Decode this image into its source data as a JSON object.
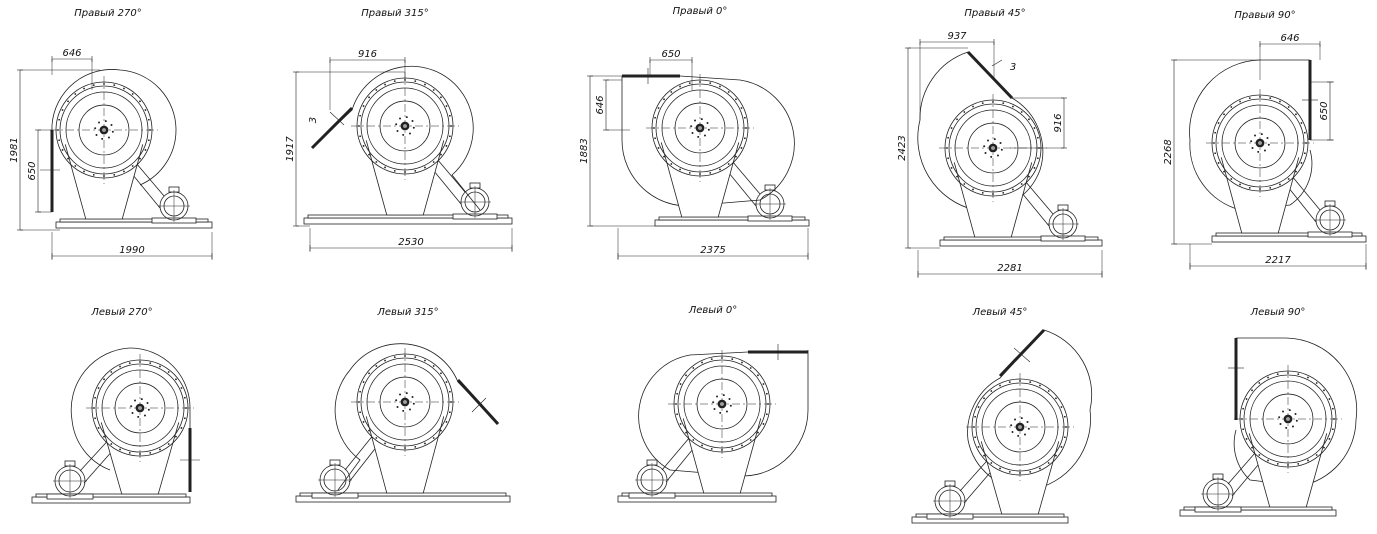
{
  "panels": [
    {
      "id": "r270",
      "caption": "Правый 270°",
      "dims": {
        "top": "646",
        "side": "1981",
        "outlet": "650",
        "bottom": "1990"
      }
    },
    {
      "id": "r315",
      "caption": "Правый 315°",
      "dims": {
        "top": "916",
        "side": "1917",
        "gap": "3",
        "bottom": "2530"
      }
    },
    {
      "id": "r0",
      "caption": "Правый 0°",
      "dims": {
        "top": "650",
        "side": "1883",
        "outlet": "646",
        "bottom": "2375"
      }
    },
    {
      "id": "r45",
      "caption": "Правый 45°",
      "dims": {
        "top": "937",
        "side": "2423",
        "gap": "3",
        "outlet": "916",
        "bottom": "2281"
      }
    },
    {
      "id": "r90",
      "caption": "Правый 90°",
      "dims": {
        "top": "646",
        "side": "2268",
        "outlet": "650",
        "bottom": "2217"
      }
    },
    {
      "id": "l270",
      "caption": "Левый 270°"
    },
    {
      "id": "l315",
      "caption": "Левый 315°"
    },
    {
      "id": "l0",
      "caption": "Левый 0°"
    },
    {
      "id": "l45",
      "caption": "Левый 45°"
    },
    {
      "id": "l90",
      "caption": "Левый 90°"
    }
  ]
}
